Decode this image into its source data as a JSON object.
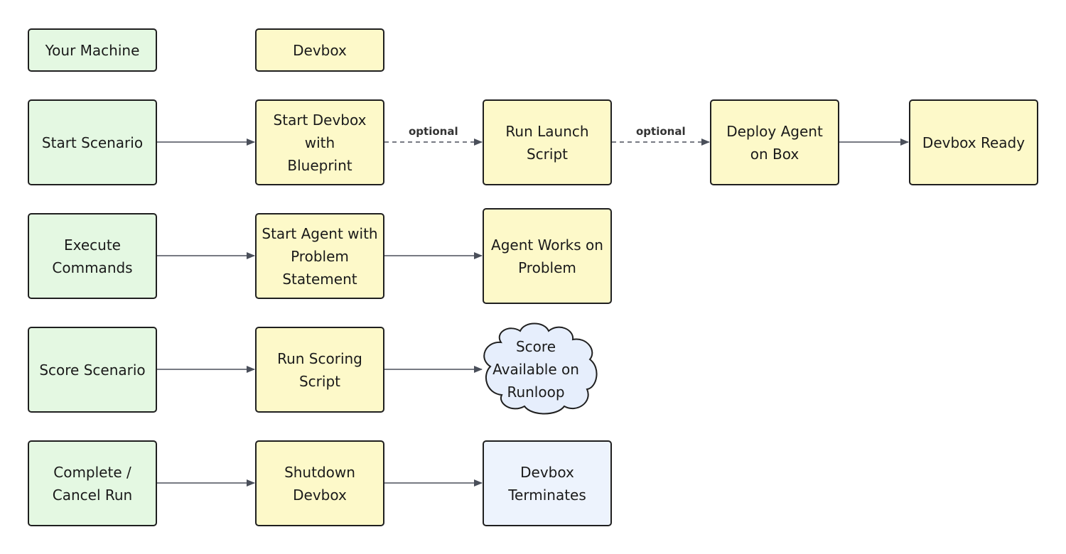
{
  "lanes": {
    "your_machine": "Your Machine",
    "devbox": "Devbox"
  },
  "nodes": {
    "start_scenario": "Start Scenario",
    "start_devbox": "Start Devbox\nwith\nBlueprint",
    "run_launch_script": "Run Launch\nScript",
    "deploy_agent": "Deploy Agent\non Box",
    "devbox_ready": "Devbox Ready",
    "execute_commands": "Execute\nCommands",
    "start_agent": "Start Agent with\nProblem\nStatement",
    "agent_works": "Agent Works on\nProblem",
    "score_scenario": "Score Scenario",
    "run_scoring_script": "Run Scoring\nScript",
    "score_available": "Score\nAvailable on\nRunloop",
    "complete_cancel": "Complete /\nCancel Run",
    "shutdown_devbox": "Shutdown\nDevbox",
    "devbox_terminates": "Devbox\nTerminates"
  },
  "edge_labels": {
    "optional_1": "optional",
    "optional_2": "optional"
  },
  "colors": {
    "machine_fill": "#e4f8e2",
    "devbox_fill": "#fdf9c9",
    "terminal_fill": "#edf3fd",
    "cloud_fill": "#e6eefc",
    "edge": "#4a4f5a"
  }
}
